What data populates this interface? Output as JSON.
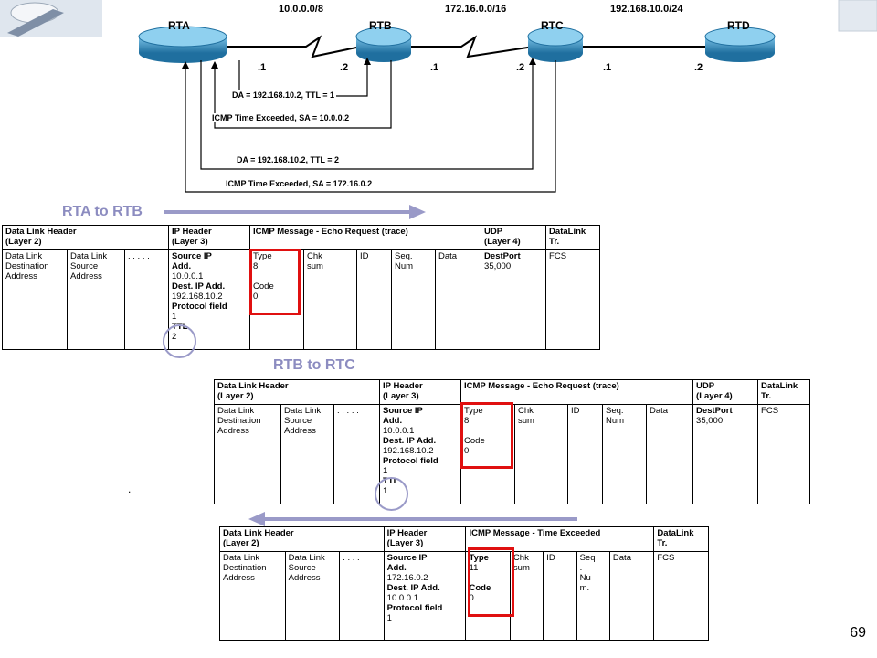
{
  "networks": [
    "10.0.0.0/8",
    "172.16.0.0/16",
    "192.168.10.0/24"
  ],
  "routers": [
    "RTA",
    "RTB",
    "RTC",
    "RTD"
  ],
  "interfaces": [
    ".1",
    ".2",
    ".1",
    ".2",
    ".1",
    ".2"
  ],
  "trace": {
    "probe1": "DA = 192.168.10.2,   TTL = 1",
    "reply1": "ICMP Time Exceeded, SA =  10.0.0.2",
    "probe2": "DA = 192.168.10.2,   TTL = 2",
    "reply2": "ICMP Time Exceeded, SA =  172.16.0.2"
  },
  "sections": {
    "rta_to_rtb": "RTA to RTB",
    "rtb_to_rtc": "RTB to RTC"
  },
  "echo_headers": {
    "dl_header": [
      "Data Link Header",
      "(Layer 2)"
    ],
    "ip_header": [
      "IP Header",
      "(Layer 3)"
    ],
    "icmp_msg": "ICMP Message - Echo Request (trace)",
    "udp": [
      "UDP",
      "(Layer 4)"
    ],
    "dl_trailer": [
      "DataLink",
      "Tr."
    ]
  },
  "echo_fields": {
    "dl_dest": [
      "Data Link",
      "Destination",
      "Address"
    ],
    "dl_src": [
      "Data Link",
      "Source",
      "Address"
    ],
    "dl_more": ". . . . .",
    "ip_src_label": [
      "Source IP",
      "Add."
    ],
    "ip_src_value": "10.0.0.1",
    "ip_dst_label": "Dest. IP Add.",
    "ip_dst_value": "192.168.10.2",
    "proto_label": "Protocol field",
    "proto_value": "1",
    "ttl_label": "TTL",
    "type_label": "Type",
    "type_value": "8",
    "code_label": "Code",
    "code_value": "0",
    "chk": [
      "Chk",
      "sum"
    ],
    "id": "ID",
    "seq": [
      "Seq.",
      "Num"
    ],
    "data": "Data",
    "udp_label": "DestPort",
    "udp_value": "35,000",
    "fcs": "FCS"
  },
  "table1": {
    "ttl_value": "2"
  },
  "table2": {
    "ttl_value": "1"
  },
  "te_headers": {
    "dl_header": [
      "Data Link Header",
      "(Layer 2)"
    ],
    "ip_header": [
      "IP Header",
      "(Layer 3)"
    ],
    "icmp_msg": "ICMP Message - Time Exceeded",
    "dl_trailer": [
      "DataLink",
      "Tr."
    ]
  },
  "te_fields": {
    "dl_dest": [
      "Data Link",
      "Destination",
      "Address"
    ],
    "dl_src": [
      "Data Link",
      "Source",
      "Address"
    ],
    "dl_more": ". . . .",
    "ip_src_label": [
      "Source IP",
      "Add."
    ],
    "ip_src_value": "172.16.0.2",
    "ip_dst_label": "Dest. IP Add.",
    "ip_dst_value": "10.0.0.1",
    "proto_label": "Protocol field",
    "proto_value": "1",
    "type_label": "Type",
    "type_value": "11",
    "code_label": "Code",
    "code_value": "0",
    "chk": [
      "Chk",
      "sum"
    ],
    "id": "ID",
    "seq": [
      "Seq",
      ".",
      "Nu",
      "m."
    ],
    "data": "Data",
    "fcs": "FCS"
  },
  "page_number": "69",
  "stray_mark": ".",
  "colors": {
    "router_blue": "#2f8fc0",
    "arrow_lavender": "#9a9ac8",
    "highlight_red": "#e01010",
    "section_title": "#8c8cc0"
  },
  "icons": [
    "corner-photo-icon",
    "router-icon",
    "serial-link-icon",
    "ethernet-link-icon"
  ]
}
